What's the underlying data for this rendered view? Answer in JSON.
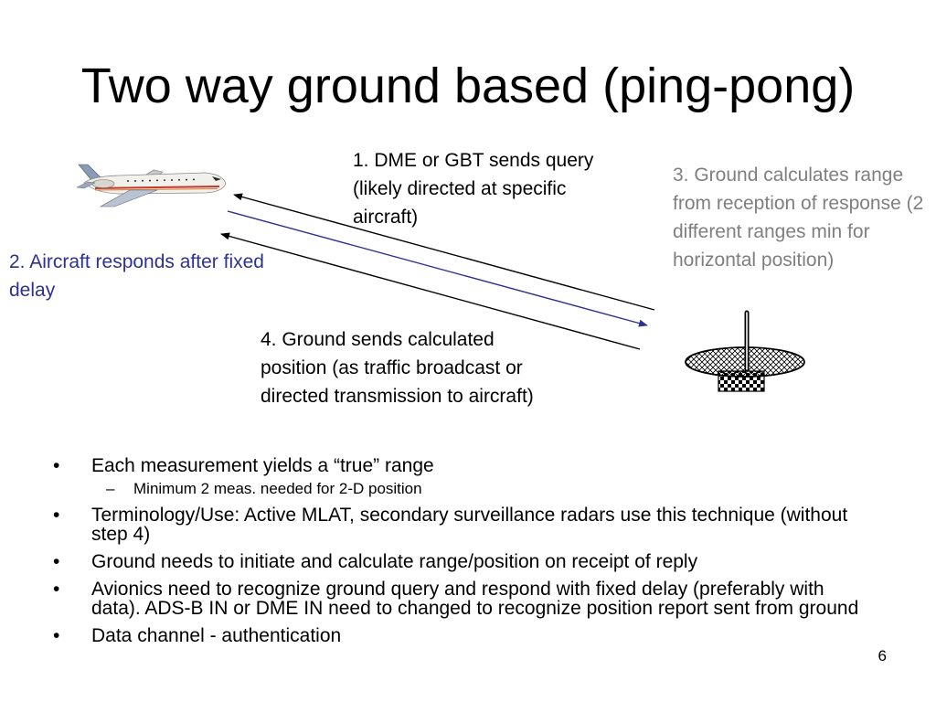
{
  "slide": {
    "title": "Two way ground based (ping-pong)",
    "page_number": "6"
  },
  "diagram": {
    "step1": "1. DME or GBT sends query (likely directed at specific aircraft)",
    "step2": "2. Aircraft responds after fixed delay",
    "step3": "3. Ground calculates range from reception of response (2 different ranges min for horizontal position)",
    "step4": "4. Ground sends calculated position (as traffic broadcast or directed transmission to aircraft)",
    "colors": {
      "step2_text": "#2e3192",
      "step3_text": "#7f7f7f",
      "response_arrow": "#2e3192",
      "query_arrow": "#000000"
    },
    "icons": [
      "aircraft-icon",
      "ground-station-icon"
    ]
  },
  "bullets": [
    {
      "level": 1,
      "marker": "•",
      "text": "Each measurement yields a “true” range"
    },
    {
      "level": 2,
      "marker": "–",
      "text": "Minimum 2 meas. needed for 2-D position"
    },
    {
      "level": 1,
      "marker": "•",
      "text": "Terminology/Use: Active MLAT, secondary surveillance radars use this technique (without step 4)"
    },
    {
      "level": 1,
      "marker": "•",
      "text": "Ground needs to initiate and calculate range/position on receipt of reply"
    },
    {
      "level": 1,
      "marker": "•",
      "text": "Avionics need to recognize ground query and respond with fixed delay (preferably with data). ADS-B IN or DME IN need to changed to recognize position report sent from ground"
    },
    {
      "level": 1,
      "marker": "•",
      "text": "Data channel - authentication"
    }
  ]
}
